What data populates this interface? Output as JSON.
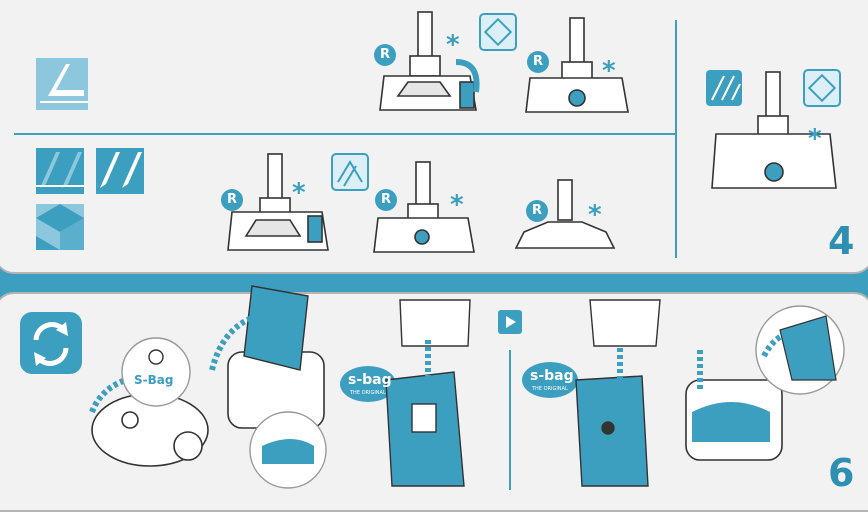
{
  "steps": {
    "upper": "4",
    "lower": "6"
  },
  "badges": {
    "r": "R",
    "asterisk": "*"
  },
  "bag": {
    "s_bag_label": "S-Bag",
    "s_bag_logo": "s-bag",
    "s_bag_tagline": "THE ORIGINAL"
  },
  "colors": {
    "accent": "#3d9fc0",
    "panel": "#f2f2f2",
    "outline": "#333333"
  },
  "icons": [
    "floor-hard-icon",
    "floor-carpet-icon",
    "floor-tile-icon",
    "carpet-pattern-icon",
    "rug-icon",
    "replace-cycle-icon",
    "play-next-icon"
  ]
}
